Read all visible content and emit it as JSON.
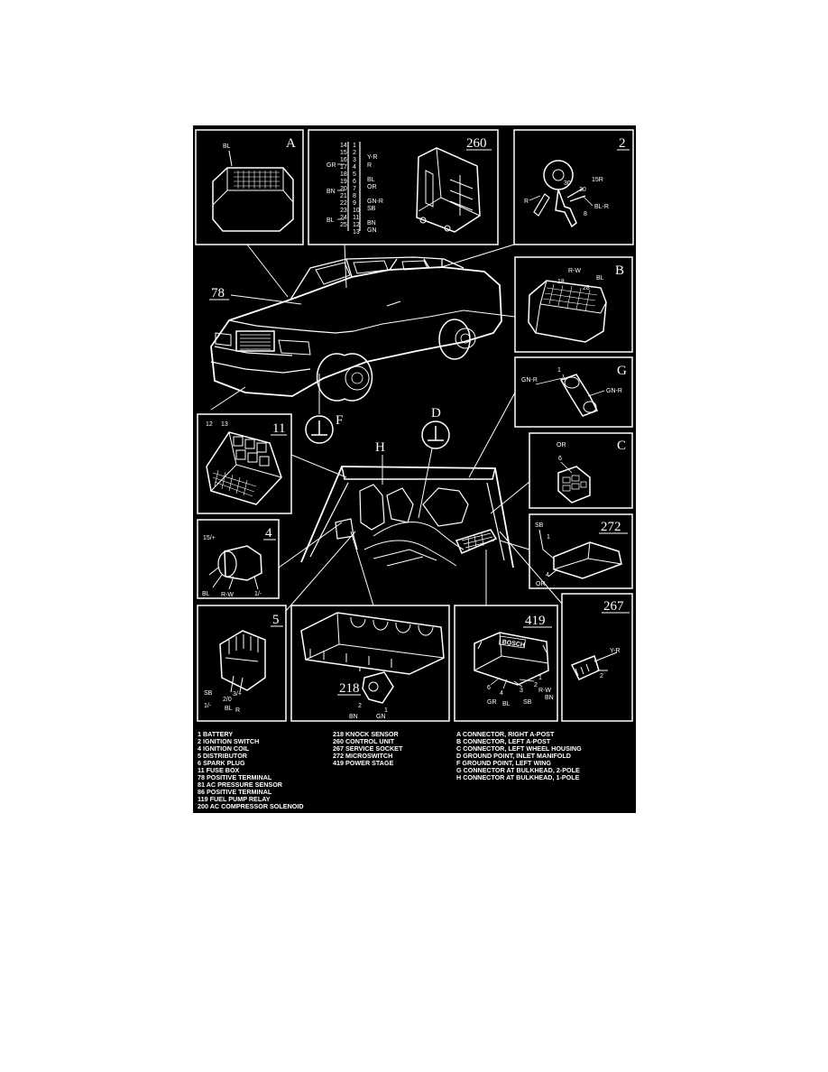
{
  "panels": {
    "A": {
      "id": "A",
      "wires": [
        "BL"
      ]
    },
    "p260": {
      "id": "260",
      "pins_left": [
        "14",
        "15",
        "16",
        "17",
        "18",
        "19",
        "20",
        "21",
        "22",
        "23",
        "24",
        "25"
      ],
      "pins_right": [
        "1",
        "2",
        "3",
        "4",
        "5",
        "6",
        "7",
        "8",
        "9",
        "10",
        "11",
        "12",
        "13"
      ],
      "wires_left": [
        "GR",
        "BN",
        "BL"
      ],
      "wires_right": [
        "Y-R",
        "R",
        "BL",
        "OR",
        "GN-R",
        "SB",
        "BN",
        "GN"
      ]
    },
    "p2": {
      "id": "2",
      "terms": [
        "30",
        "15R",
        "30",
        "R",
        "BL-R",
        "8"
      ]
    },
    "B": {
      "id": "B",
      "wires": [
        "R-W",
        "BL"
      ],
      "pins": [
        "18",
        "28"
      ]
    },
    "p78": {
      "id": "78"
    },
    "G": {
      "id": "G",
      "wires": [
        "GN-R",
        "GN-R"
      ],
      "pins": [
        "1"
      ]
    },
    "F": {
      "id": "F"
    },
    "D": {
      "id": "D"
    },
    "H": {
      "id": "H"
    },
    "p11": {
      "id": "11",
      "pins": [
        "12",
        "13"
      ]
    },
    "C": {
      "id": "C",
      "wires": [
        "OR"
      ],
      "pins": [
        "6"
      ]
    },
    "p4": {
      "id": "4",
      "terms": [
        "15/+",
        "BL",
        "R-W",
        "1/-"
      ]
    },
    "p272": {
      "id": "272",
      "wires": [
        "SB",
        "OR"
      ],
      "pins": [
        "1",
        "4"
      ]
    },
    "p267": {
      "id": "267",
      "wires": [
        "Y-R"
      ],
      "pins": [
        "2"
      ]
    },
    "p5": {
      "id": "5",
      "terms": [
        "1/-",
        "SB",
        "2/0",
        "3/+",
        "BL",
        "R"
      ]
    },
    "p218": {
      "id": "218",
      "wires": [
        "BN",
        "GN"
      ],
      "pins": [
        "2",
        "1"
      ]
    },
    "p419": {
      "id": "419",
      "brand": "BOSCH",
      "terms": [
        "1",
        "R-W",
        "2",
        "BN",
        "3",
        "SB",
        "4",
        "BL",
        "6",
        "GR"
      ]
    }
  },
  "legend": {
    "col1": [
      "1  BATTERY",
      "2  IGNITION SWITCH",
      "4  IGNITION COIL",
      "5  DISTRIBUTOR",
      "6  SPARK PLUG",
      "11  FUSE BOX",
      "78  POSITIVE TERMINAL",
      "81  AC PRESSURE SENSOR",
      "86  POSITIVE TERMINAL",
      "119  FUEL PUMP RELAY",
      "200  AC COMPRESSOR SOLENOID"
    ],
    "col2": [
      "218  KNOCK SENSOR",
      "260  CONTROL UNIT",
      "267  SERVICE SOCKET",
      "272  MICROSWITCH",
      "419  POWER STAGE"
    ],
    "col3": [
      "A  CONNECTOR, RIGHT A-POST",
      "B  CONNECTOR, LEFT A-POST",
      "C  CONNECTOR, LEFT WHEEL HOUSING",
      "D  GROUND POINT, INLET MANIFOLD",
      "F  GROUND POINT, LEFT WING",
      "G  CONNECTOR AT BULKHEAD, 2-POLE",
      "H  CONNECTOR AT BULKHEAD, 1-POLE"
    ]
  }
}
